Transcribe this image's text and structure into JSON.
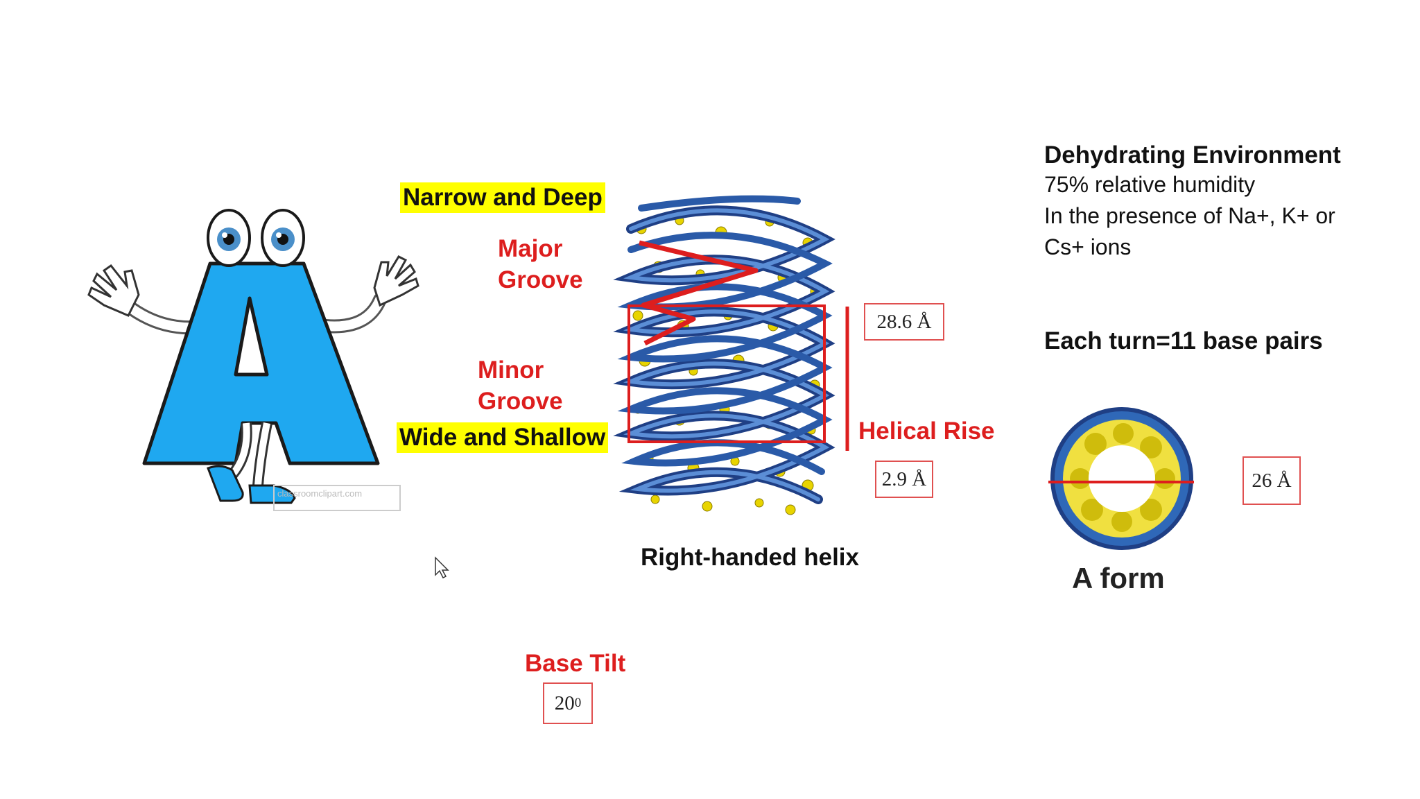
{
  "labels": {
    "major_highlight": "Narrow and Deep",
    "major_groove": [
      "Major",
      "Groove"
    ],
    "minor_groove": [
      "Minor",
      "Groove"
    ],
    "minor_highlight": "Wide and Shallow",
    "helical_rise": "Helical Rise",
    "helix_caption": "Right-handed helix",
    "base_tilt": "Base Tilt",
    "a_form": "A form",
    "watermark": "classroomclipart.com"
  },
  "measurements": {
    "pitch": "28.6 Å",
    "rise": "2.9 Å",
    "diameter": "26 Å",
    "tilt_base": "20",
    "tilt_sup": "0"
  },
  "environment": {
    "title": "Dehydrating Environment",
    "lines": [
      "75% relative humidity",
      "In the presence of Na+, K+ or",
      "Cs+ ions"
    ]
  },
  "turn_info": "Each turn=11 base pairs",
  "colors": {
    "accent_red": "#dd1e1e",
    "highlight": "#ffff00",
    "letter_blue": "#1fa8f0",
    "strand_blue": "#2a5aa8",
    "base_yellow": "#e8d400"
  }
}
